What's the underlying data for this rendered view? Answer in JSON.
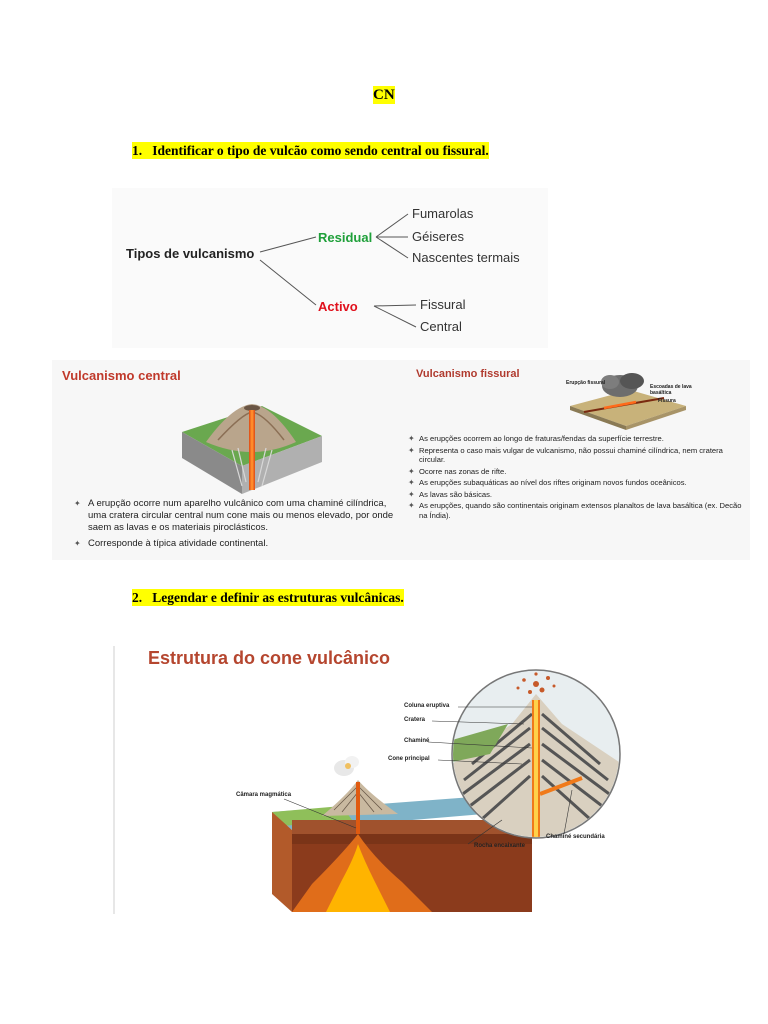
{
  "title": "CN",
  "questions": {
    "q1": "1.   Identificar o tipo de vulcão como sendo central ou fissural.",
    "q2": "2.   Legendar e definir as estruturas vulcânicas."
  },
  "tree": {
    "root": "Tipos de vulcanismo",
    "residual": "Residual",
    "activo": "Activo",
    "residual_items": [
      "Fumarolas",
      "Géiseres",
      "Nascentes termais"
    ],
    "activo_items": [
      "Fissural",
      "Central"
    ],
    "colors": {
      "residual": "#1fa03a",
      "activo": "#e0101c"
    }
  },
  "central": {
    "title": "Vulcanismo central",
    "bullets": [
      "A erupção ocorre num aparelho vulcânico com uma chaminé cilíndrica, uma cratera circular central num cone mais ou menos elevado, por onde saem as lavas e os materiais piroclásticos.",
      "Corresponde à típica atividade continental."
    ]
  },
  "fissural": {
    "title": "Vulcanismo fissural",
    "image_labels": [
      "Erupção fissural",
      "Escoadas de lava basáltica",
      "Fissura"
    ],
    "bullets": [
      "As erupções ocorrem ao longo de fraturas/fendas da superfície terrestre.",
      "Representa o caso mais vulgar de vulcanismo, não possui chaminé cilíndrica, nem cratera circular.",
      "Ocorre nas zonas de rifte.",
      "As erupções subaquáticas ao nível dos riftes originam novos fundos oceânicos.",
      "As lavas são básicas.",
      "As erupções, quando são continentais originam extensos planaltos de lava basáltica (ex. Decão na Índia)."
    ]
  },
  "figure": {
    "title": "Estrutura do cone vulcânico",
    "labels": {
      "coluna": "Coluna eruptiva",
      "cratera": "Cratera",
      "chamine": "Chaminé",
      "cone": "Cone principal",
      "camara": "Câmara magmática",
      "chamine_sec": "Chaminé secundária",
      "rocha": "Rocha encaixante"
    }
  }
}
